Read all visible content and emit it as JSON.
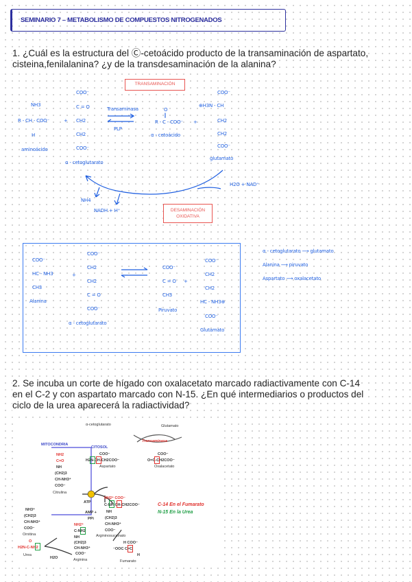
{
  "title": "SEMINARIO 7 – METABOLISMO DE COMPUESTOS NITROGENADOS",
  "q1": {
    "line1": "1. ¿Cuál es la estructura del Ⓒ-cetoácido producto de la transaminación de aspartato,",
    "line2": "cisteina,fenilalanina? ¿y de la transdesaminación de la alanina?"
  },
  "s1": {
    "box_transaminacion": "TRANSAMINACIÓN",
    "aa_nh3": "NH3",
    "aa_main": "R - CH - COO⁻",
    "aa_h": "H",
    "plus1": "+",
    "aa_label": "aminoácido",
    "akg": [
      "COO⁻",
      "C = O",
      "CH2",
      "CH2",
      "COO⁻"
    ],
    "akg_label": "α - cetoglutarato",
    "enzyme": "Transaminasa",
    "cofactor": "PLP",
    "keto_o": "O",
    "keto_dbl": "‖",
    "keto_main": "R - C - COO⁻",
    "plus2": "+",
    "keto_label": "α - cetoácido",
    "glu": [
      "COO⁻",
      "⊕H3N - CH",
      "CH2",
      "CH2",
      "COO⁻"
    ],
    "glu_label": "glutamato",
    "nh4": "NH4",
    "nadh": "NADH + H⁺",
    "h2o_nad": "H2O + NAD⁺",
    "box_desaminacion": [
      "DESAMINACIÓN",
      "OXIDATIVA"
    ]
  },
  "s2": {
    "ala": [
      "COO⁻",
      "HC - NH3",
      "CH3"
    ],
    "ala_label": "Alanina",
    "plus1": "+",
    "akg": [
      "COO⁻",
      "CH2",
      "CH2",
      "C = O",
      "COO⁻"
    ],
    "akg_label": "α - cetoglutarato",
    "pyr": [
      "COO⁻",
      "C = O",
      "CH3"
    ],
    "pyr_label": "Piruvato",
    "plus2": "+",
    "glu": [
      "COO⁻",
      "CH2",
      "CH2",
      "HC - NH3⊕",
      "COO⁻"
    ],
    "glu_label": "Glutamato",
    "summary": [
      {
        "from": "α - cetoglutarato",
        "to": "glutamato"
      },
      {
        "from": "Alanina",
        "to": "piruvato"
      },
      {
        "from": "Aspartato",
        "to": "oxalacetato"
      }
    ]
  },
  "q2": {
    "line1": "2. Se incuba un corte de hígado con oxalacetato marcado radiactivamente con C-14",
    "line2": "en el C-2 y con aspartato marcado con N-15. ¿En qué intermediarios o productos del",
    "line3": "ciclo de la urea aparecerá la radiactividad?"
  },
  "figure": {
    "akg": "α-cetoglutarato",
    "glutamato": "Glutamato",
    "transaminasa": "Transaminasa",
    "mitocondria": "MITOCONDRIA",
    "citosol": "CITOSOL",
    "citrulina": [
      "NH2",
      "C=O",
      "NH",
      "(CH2)3",
      "CH-NH3⁺",
      "COO⁻",
      "Citrulina"
    ],
    "aspartato": [
      "COO⁻",
      "H2N-CH-CH2COO⁻",
      "Aspartato"
    ],
    "oxalacetato": [
      "COO⁻",
      "O=C-CH2COO⁻",
      "Oxalacetato"
    ],
    "atp": "ATP",
    "amp": "AMP +",
    "ppi": "PPi",
    "argsucc": [
      "NH2⁺  COO⁻",
      "C-NH-CH-CH2COO⁻",
      "NH",
      "(CH2)3",
      "CH-NH3⁺",
      "COO⁻",
      "Argininosuccinato"
    ],
    "ornitina": [
      "NH3⁺",
      "(CH2)3",
      "CH-NH3⁺",
      "COO⁻",
      "Ornitina"
    ],
    "arginina": [
      "NH2⁺",
      "C-NH2",
      "NH",
      "(CH2)3",
      "CH-NH3⁺",
      "COO⁻",
      "Arginina"
    ],
    "urea": [
      "O",
      "H2N-C-NH2",
      "Urea"
    ],
    "h2o": "H2O",
    "fumarato": [
      "H    COO⁻",
      "⁻OOC  C=C",
      "H",
      "Fumarato"
    ],
    "legend_c14": "C-14 En el Fumarato",
    "legend_n15": "N-15 En la Urea"
  },
  "colors": {
    "ink": "#1f5fe0",
    "title": "#2c2f9e",
    "red": "#e8534f",
    "green": "#1f9e45"
  }
}
